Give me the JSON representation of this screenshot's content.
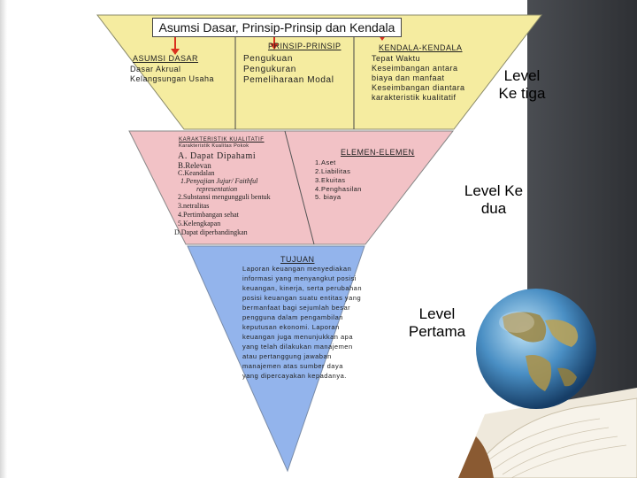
{
  "title": "Asumsi Dasar, Prinsip-Prinsip dan Kendala",
  "level3": {
    "asumsi": {
      "heading": "ASUMSI DASAR",
      "items": [
        "Dasar Akrual",
        "Kelangsungan Usaha"
      ]
    },
    "prinsip": {
      "heading": "PRINSIP-PRINSIP",
      "items": [
        "Pengukuan",
        "Pengukuran",
        "Pemeliharaan Modal"
      ]
    },
    "kendala": {
      "heading": "KENDALA-KENDALA",
      "items": [
        "Tepat Waktu",
        "Keseimbangan antara",
        "biaya dan manfaat",
        "Keseimbangan diantara",
        "karakteristik kualitatif"
      ]
    },
    "label": "Level Ke tiga"
  },
  "level2": {
    "karakteristik": {
      "heading": "KARAKTERISTIK KUALITATIF",
      "subheading": "Karakteristik Kualitas Pokok",
      "items": [
        "A. Dapat Dipahami",
        "B.Relevan",
        "C.Keandalan",
        "1.Penyajian Jujur/ Faithful",
        "representation",
        "2.Substansi mengungguli bentuk",
        "3.netralitas",
        "4.Pertimbangan sehat",
        "5.Kelengkapan",
        "D.Dapat diperbandingkan"
      ]
    },
    "elemen": {
      "heading": "ELEMEN-ELEMEN",
      "items": [
        "1.Aset",
        "2.Liabilitas",
        "3.Ekuitas",
        "4.Penghasilan",
        "5. biaya"
      ]
    },
    "label": "Level Ke dua"
  },
  "level1": {
    "tujuan": {
      "heading": "TUJUAN",
      "lines": [
        "Laporan keuangan menyediakan",
        "informasi yang menyangkut posisi",
        "keuangan, kinerja, serta perubahan",
        "posisi keuangan suatu entitas yang",
        "bermanfaat bagi sejumlah besar",
        "pengguna dalam pengambilan",
        "keputusan ekonomi. Laporan",
        "keuangan juga menunjukkan apa",
        "yang telah dilakukan manajemen",
        "atau pertanggung jawaban",
        "manajemen atas sumber daya",
        "yang dipercayakan kepadanya."
      ]
    },
    "label": "Level Pertama"
  },
  "colors": {
    "level3_fill": "#f5eca0",
    "level2_fill": "#f2c2c6",
    "level1_fill": "#93b4ec",
    "arrow": "#d9301d"
  }
}
